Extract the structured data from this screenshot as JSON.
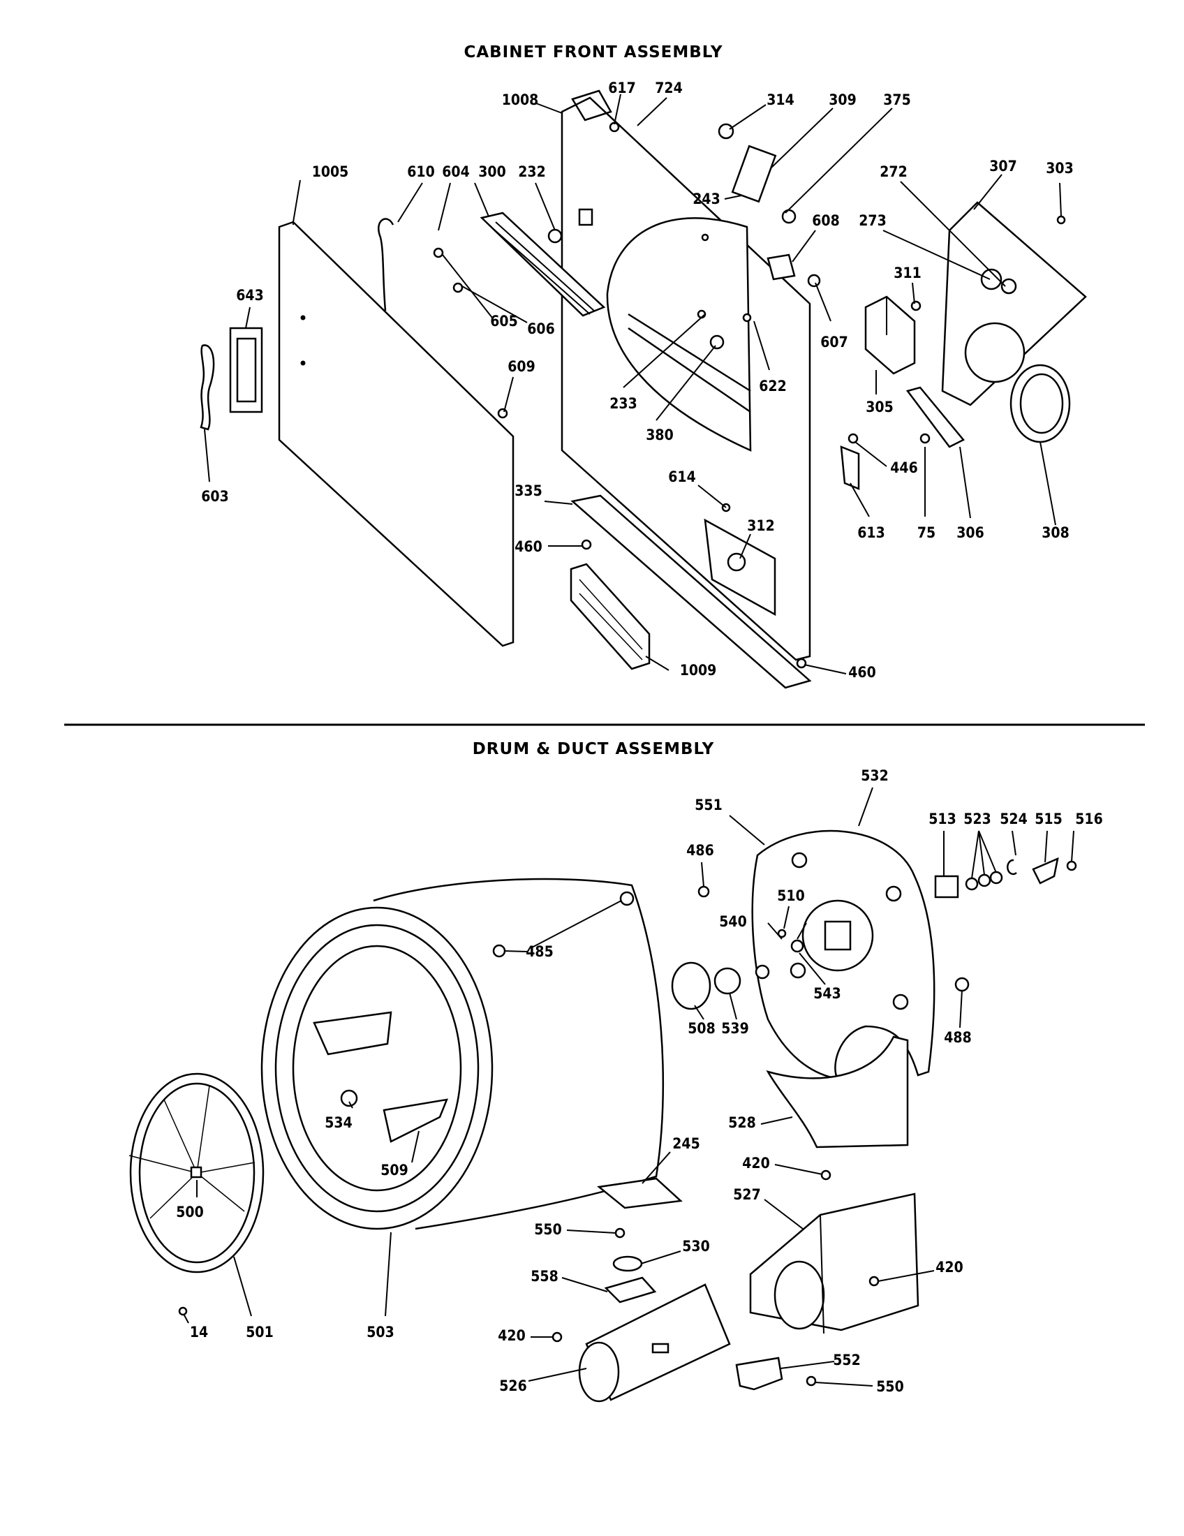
{
  "sections": [
    {
      "id": "cabinet",
      "title": "CABINET FRONT ASSEMBLY"
    },
    {
      "id": "drum",
      "title": "DRUM & DUCT ASSEMBLY"
    }
  ],
  "callouts": {
    "c1008": "1008",
    "c617": "617",
    "c724": "724",
    "c314": "314",
    "c309": "309",
    "c375": "375",
    "c1005": "1005",
    "c610": "610",
    "c604": "604",
    "c300": "300",
    "c232": "232",
    "c243": "243",
    "c608": "608",
    "c273": "273",
    "c272": "272",
    "c307": "307",
    "c303": "303",
    "c643": "643",
    "c605": "605",
    "c606": "606",
    "c311": "311",
    "c607": "607",
    "c622": "622",
    "c233": "233",
    "c380": "380",
    "c609": "609",
    "c305": "305",
    "c603": "603",
    "c446": "446",
    "c614": "614",
    "c335": "335",
    "c312": "312",
    "c613": "613",
    "c75": "75",
    "c306": "306",
    "c308": "308",
    "c460a": "460",
    "c460b": "460",
    "c1009": "1009",
    "c532": "532",
    "c551": "551",
    "c513": "513",
    "c523": "523",
    "c524": "524",
    "c515": "515",
    "c516": "516",
    "c486": "486",
    "c510": "510",
    "c540": "540",
    "c485": "485",
    "c543": "543",
    "c508": "508",
    "c539": "539",
    "c488": "488",
    "c534": "534",
    "c528": "528",
    "c509": "509",
    "c245": "245",
    "c420a": "420",
    "c500": "500",
    "c550a": "550",
    "c530": "530",
    "c527": "527",
    "c558": "558",
    "c420b": "420",
    "c14": "14",
    "c501": "501",
    "c503": "503",
    "c420c": "420",
    "c552": "552",
    "c526": "526",
    "c550b": "550"
  }
}
